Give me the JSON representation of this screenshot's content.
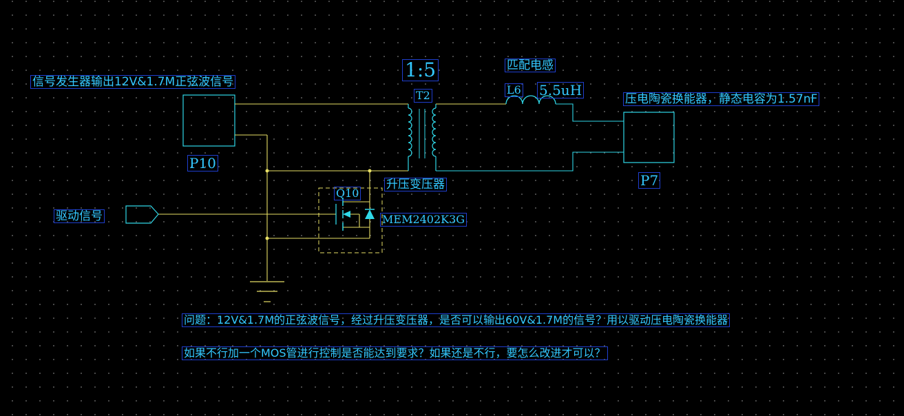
{
  "labels": {
    "generator_note": "信号发生器输出12V&1.7M正弦波信号",
    "p10": "P10",
    "ratio": "1:5",
    "t2": "T2",
    "inductor_note": "匹配电感",
    "l6": "L6",
    "inductance": "5.5uH",
    "transducer_note": "压电陶瓷换能器，静态电容为1.57nF",
    "p7": "P7",
    "transformer_note": "升压变压器",
    "q10": "Q10",
    "mosfet_part": "MEM2402K3G",
    "drive_signal": "驱动信号"
  },
  "questions": {
    "q1": "问题：12V&1.7M的正弦波信号，经过升压变压器，是否可以输出60V&1.7M的信号？用以驱动压电陶瓷换能器",
    "q2": "如果不行加一个MOS管进行控制是否能达到要求？如果还是不行，要怎么改进才可以？"
  },
  "colors": {
    "background": "#000000",
    "wire_yellow": "#e8e066",
    "wire_cyan": "#30d8e8",
    "label_text": "#33c8ff",
    "label_border": "#1f3fd0",
    "grid_dot": "#5a5a5a"
  }
}
